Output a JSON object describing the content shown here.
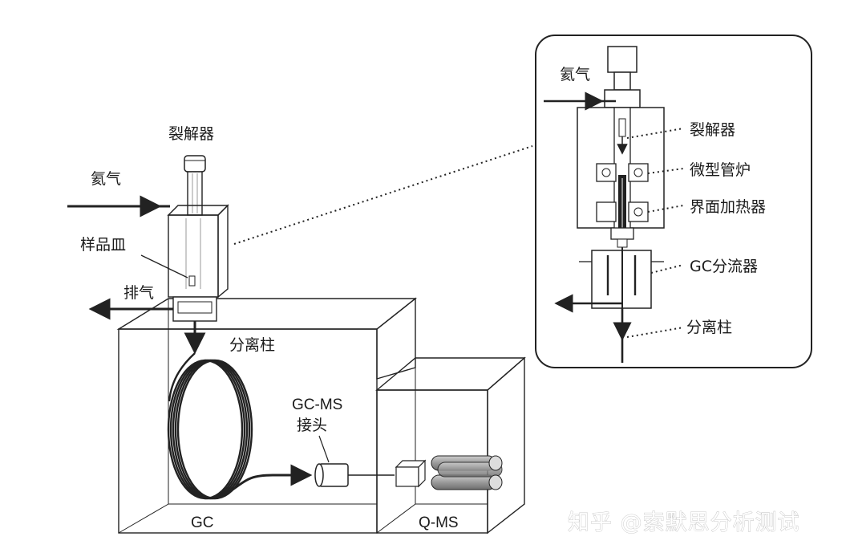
{
  "labels": {
    "pyrolyzer": "裂解器",
    "helium": "氦气",
    "sample_cup": "样品皿",
    "vent": "排气",
    "column": "分离柱",
    "gcms_interface_line1": "GC-MS",
    "gcms_interface_line2": "接头",
    "gc": "GC",
    "qms": "Q-MS"
  },
  "inset": {
    "helium": "氦气",
    "pyrolyzer": "裂解器",
    "micro_furnace": "微型管炉",
    "interface_heater": "界面加热器",
    "gc_splitter": "GC分流器",
    "column": "分离柱"
  },
  "watermark": "知乎 @索默思分析测试"
}
